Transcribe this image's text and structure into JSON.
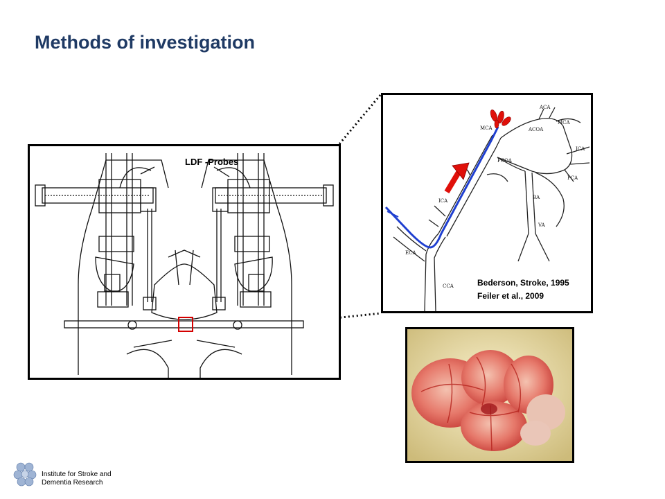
{
  "slide": {
    "title": "Methods of investigation"
  },
  "apparatus": {
    "probe_label": "LDF -Probes"
  },
  "vessel_diagram": {
    "labels": {
      "aca": "ACA",
      "mca_top": "MCA",
      "mca_left": "MCA",
      "acoa": "ACOA",
      "ica_right": "ICA",
      "pcoa": "PCOA",
      "pca": "PCA",
      "ba": "BA",
      "va": "VA",
      "ica": "ICA",
      "eca": "ECA",
      "cca": "CCA"
    },
    "citation_1": "Bederson, Stroke, 1995",
    "citation_2": "Feiler et al., 2009"
  },
  "footer": {
    "institute_line1": "Institute for Stroke and",
    "institute_line2": "Dementia Research"
  },
  "colors": {
    "title": "#1f3a64",
    "filament": "#1f3fd0",
    "arrow": "#e0100a",
    "highlight_box": "#d40000"
  }
}
